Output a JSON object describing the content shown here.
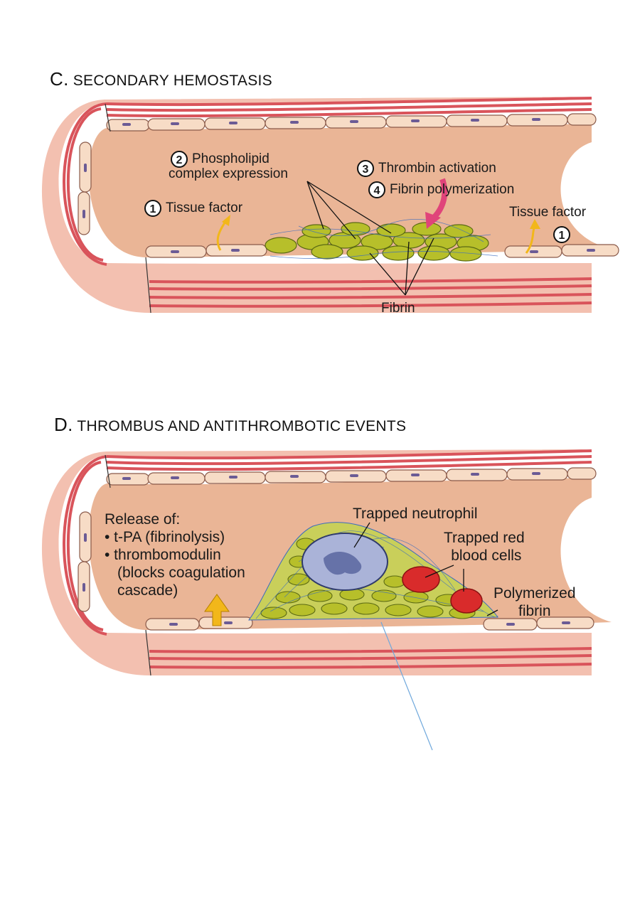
{
  "panel_c": {
    "letter": "C.",
    "title": "SECONDARY HEMOSTASIS",
    "step2_num": "2",
    "step2_label_line1": "Phospholipid",
    "step2_label_line2": "complex expression",
    "step3_num": "3",
    "step3_label": "Thrombin activation",
    "step4_num": "4",
    "step4_label": "Fibrin polymerization",
    "step1_left_num": "1",
    "step1_left_label": "Tissue factor",
    "step1_right_label": "Tissue factor",
    "step1_right_num": "1",
    "fibrin_label": "Fibrin"
  },
  "panel_d": {
    "letter": "D.",
    "title": "THROMBUS AND ANTITHROMBOTIC EVENTS",
    "release_title": "Release of:",
    "release_items": [
      "• t-PA (fibrinolysis)",
      "• thrombomodulin",
      "(blocks coagulation",
      "cascade)"
    ],
    "neutrophil_label": "Trapped neutrophil",
    "rbc_label_line1": "Trapped red",
    "rbc_label_line2": "blood cells",
    "fibrin_label_line1": "Polymerized",
    "fibrin_label_line2": "fibrin"
  },
  "colors": {
    "vessel_wall": "#d9545b",
    "vessel_wall_light": "#f3c0b0",
    "lumen": "#eab596",
    "endothelium": "#f7dcc6",
    "nucleus": "#6b5b95",
    "platelet": "#b7bf2a",
    "arrow_yellow": "#f2b71a",
    "arrow_magenta": "#e0447a",
    "neutrophil": "#aab3d8",
    "rbc": "#d92b2b"
  }
}
